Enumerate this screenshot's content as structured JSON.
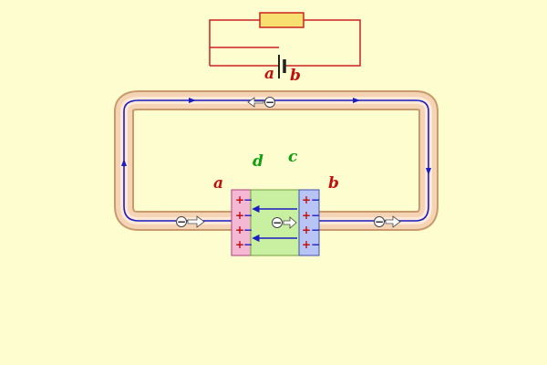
{
  "labels": {
    "battery_a": "a",
    "battery_b": "b",
    "plate_a": "a",
    "plate_b": "b",
    "label_d": "d",
    "label_c": "c"
  },
  "signs": {
    "plus": "+",
    "minus": "−"
  },
  "colors": {
    "background": "#fdfdd0",
    "circuit_wire": "#cc2222",
    "resistor_fill": "#f8e070",
    "loop_outer": "#c89a6c",
    "loop_inner": "#f5d3b5",
    "current_line": "#1c1cc0",
    "label_red": "#c01010",
    "label_green": "#10a010",
    "plate_a_fill": "#f4b8d4",
    "electrolyte_fill": "#c8f0a0",
    "plate_b_fill": "#b8c4f4",
    "sign_red": "#c01010",
    "sign_blue": "#1c1cc0"
  }
}
